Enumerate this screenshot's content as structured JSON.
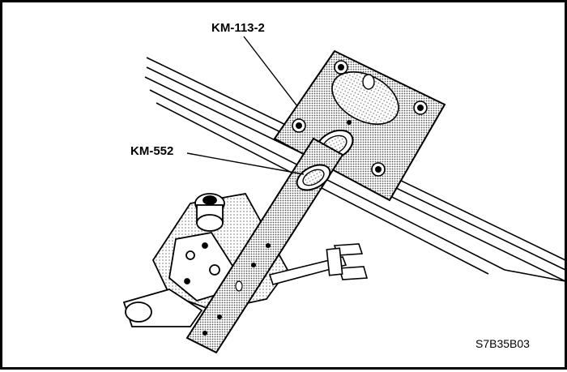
{
  "callouts": {
    "tool_upper": "KM-113-2",
    "tool_lower": "KM-552"
  },
  "figure_code": "S7B35B03",
  "colors": {
    "ink": "#000000",
    "paper": "#ffffff",
    "stipple": "#8f8f8f"
  }
}
